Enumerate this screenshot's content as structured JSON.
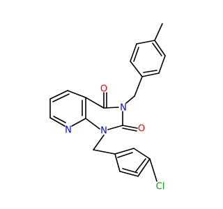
{
  "molecule": {
    "atom_labels": {
      "o_top": "O",
      "o_right": "O",
      "n3": "N",
      "n1": "N",
      "n8": "N",
      "cl": "Cl"
    },
    "colors": {
      "oxygen": "#ff0000",
      "nitrogen": "#0000ff",
      "chlorine": "#00aa00",
      "bond": "#000000",
      "background": "#ffffff"
    }
  }
}
